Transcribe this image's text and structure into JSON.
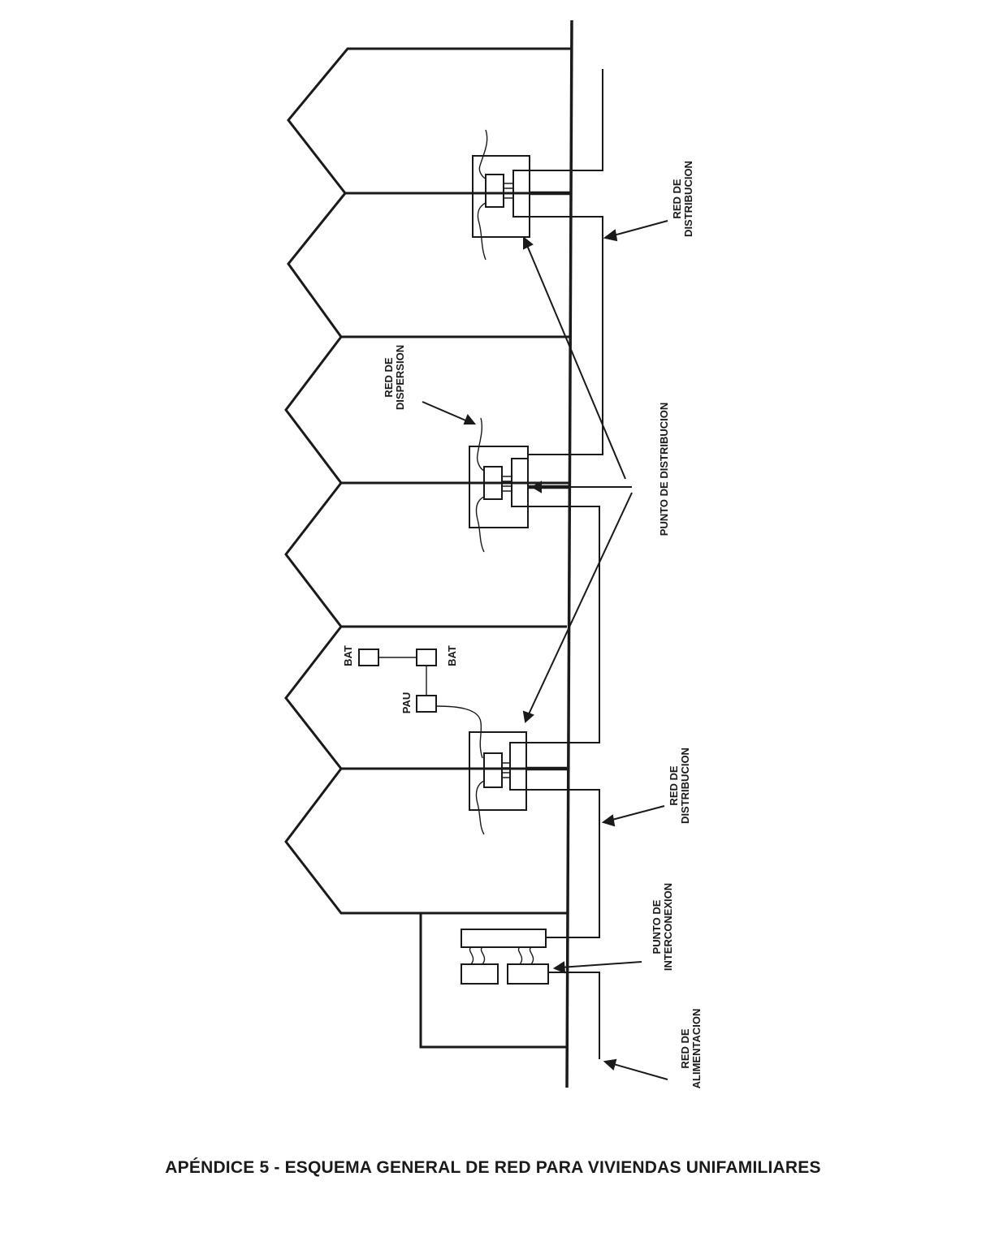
{
  "labels": {
    "red_distribucion_top": [
      "RED DE",
      "DISTRIBUCION"
    ],
    "red_dispersion": [
      "RED DE",
      "DISPERSION"
    ],
    "punto_distribucion": [
      "PUNTO DE DISTRIBUCION"
    ],
    "bat_left": [
      "BAT"
    ],
    "bat_right": [
      "BAT"
    ],
    "pau": [
      "PAU"
    ],
    "red_distribucion_bottom": [
      "RED DE",
      "DISTRIBUCION"
    ],
    "punto_interconexion": [
      "PUNTO DE",
      "INTERCONEXION"
    ],
    "red_alimentacion": [
      "RED DE",
      "ALIMENTACION"
    ]
  },
  "caption": "APÉNDICE 5 - ESQUEMA GENERAL DE RED PARA VIVIENDAS UNIFAMILIARES"
}
